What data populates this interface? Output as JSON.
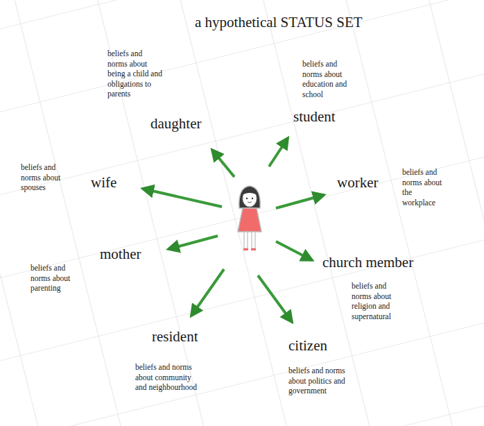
{
  "diagram": {
    "title": "a hypothetical STATUS SET",
    "labels": [
      "beliefs and norms about being a child and obligations to parents",
      "daughter",
      "beliefs and norms about education and school",
      "student",
      "beliefs and norms about spouses",
      "wife",
      "worker",
      "beliefs and norms about the workplace",
      "mother",
      "church member",
      "beliefs and norms about parenting",
      "beliefs and norms about religion and supernatural",
      "resident",
      "citizen",
      "beliefs and norms about community and neighbourhood",
      "beliefs and norms about politics and government"
    ]
  }
}
